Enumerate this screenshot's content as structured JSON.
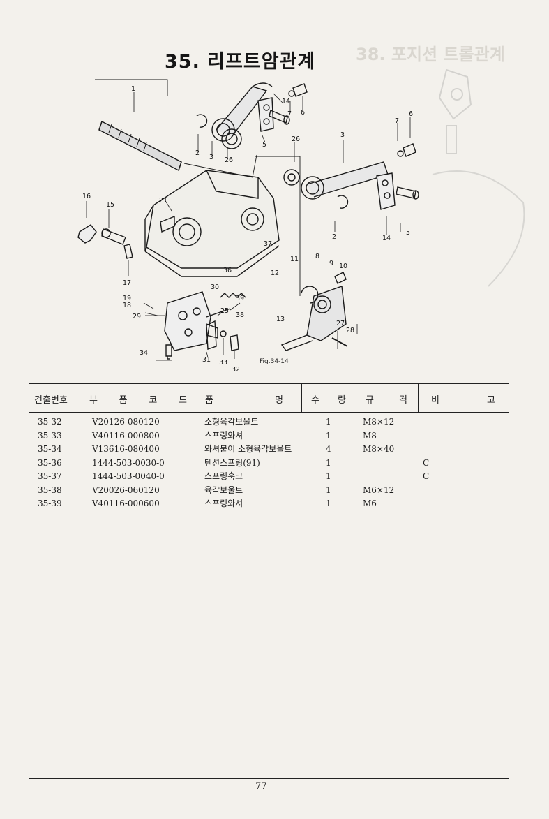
{
  "title": "35. 리프트암관계",
  "ghost_title": "38. 포지션 트롤관계",
  "figure_caption": "Fig.34-14",
  "table": {
    "headers": {
      "no": "견출번호",
      "part_code": [
        "부",
        "품",
        "코",
        "드"
      ],
      "name": [
        "품",
        "명"
      ],
      "qty": [
        "수",
        "량"
      ],
      "spec": [
        "규",
        "격"
      ],
      "remark": [
        "비",
        "고"
      ]
    },
    "rows": [
      {
        "no": "35-32",
        "code": "V20126-080120",
        "name": "소형육각보울트",
        "qty": "1",
        "spec": "M8×12",
        "remark": ""
      },
      {
        "no": "35-33",
        "code": "V40116-000800",
        "name": "스프링와셔",
        "qty": "1",
        "spec": "M8",
        "remark": ""
      },
      {
        "no": "35-34",
        "code": "V13616-080400",
        "name": "와셔붙이 소형육각보울트",
        "qty": "4",
        "spec": "M8×40",
        "remark": ""
      },
      {
        "no": "35-36",
        "code": "1444-503-0030-0",
        "name": "텐션스프링(91)",
        "qty": "1",
        "spec": "",
        "remark": "C"
      },
      {
        "no": "35-37",
        "code": "1444-503-0040-0",
        "name": "스프링훅크",
        "qty": "1",
        "spec": "",
        "remark": "C"
      },
      {
        "no": "35-38",
        "code": "V20026-060120",
        "name": "육각보울트",
        "qty": "1",
        "spec": "M6×12",
        "remark": ""
      },
      {
        "no": "35-39",
        "code": "V40116-000600",
        "name": "스프링와셔",
        "qty": "1",
        "spec": "M6",
        "remark": ""
      }
    ]
  },
  "callouts": [
    "1",
    "2",
    "3",
    "26",
    "14",
    "7",
    "6",
    "5",
    "3",
    "26",
    "6",
    "7",
    "5",
    "2",
    "14",
    "16",
    "15",
    "21",
    "37",
    "8",
    "9",
    "10",
    "11",
    "12",
    "36",
    "30",
    "39",
    "38",
    "17",
    "19",
    "18",
    "29",
    "25",
    "13",
    "27",
    "28",
    "34",
    "31",
    "33",
    "32"
  ],
  "page_number": "77"
}
